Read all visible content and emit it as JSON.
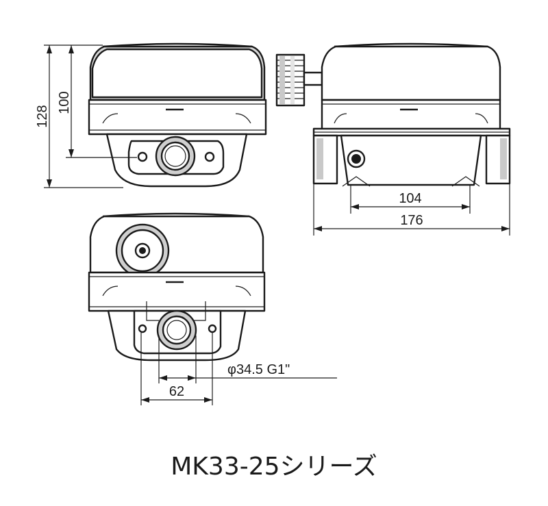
{
  "dimensions": {
    "overall_height": "128",
    "body_height": "100",
    "inner_width": "104",
    "overall_width": "176",
    "mount_spacing": "62",
    "port": "φ34.5 G1\""
  },
  "caption": "MK33-25シリーズ",
  "colors": {
    "line": "#1a1a1a",
    "shade": "#c9c9c9",
    "background": "#ffffff"
  }
}
